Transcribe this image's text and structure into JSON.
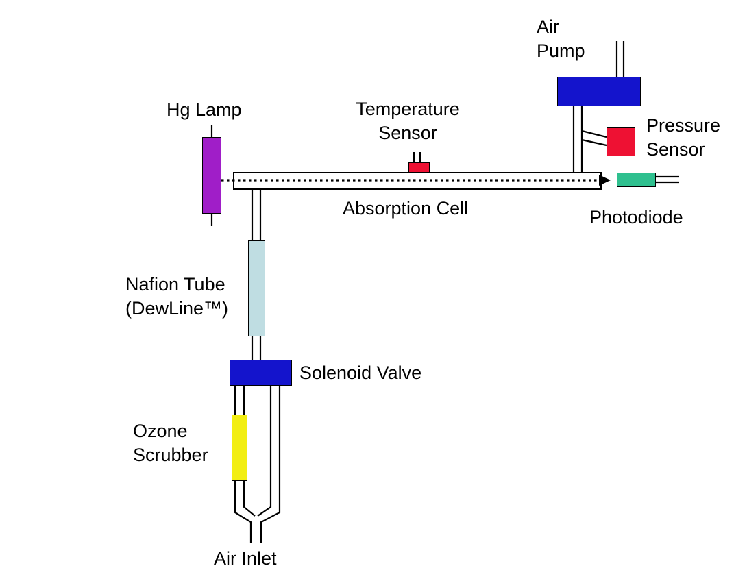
{
  "diagram": {
    "type": "instrument-schematic",
    "labels": {
      "air_pump": "Air\nPump",
      "pressure_sensor": "Pressure\nSensor",
      "hg_lamp": "Hg Lamp",
      "temperature_sensor": "Temperature\nSensor",
      "absorption_cell": "Absorption Cell",
      "photodiode": "Photodiode",
      "nafion_tube": "Nafion Tube\n(DewLine™)",
      "solenoid_valve": "Solenoid Valve",
      "ozone_scrubber": "Ozone\nScrubber",
      "air_inlet": "Air Inlet"
    },
    "colors": {
      "air_pump": "#1414cc",
      "solenoid_valve": "#1414cc",
      "pressure_sensor": "#ee1133",
      "temperature_sensor": "#ee1133",
      "hg_lamp": "#a01ec8",
      "photodiode": "#2fc08f",
      "nafion_tube": "#bfdde2",
      "ozone_scrubber": "#f2ee12",
      "absorption_cell_fill": "#ffffff",
      "line": "#000000",
      "background": "#ffffff"
    },
    "components": [
      {
        "name": "air-pump",
        "shape": "rect"
      },
      {
        "name": "pressure-sensor",
        "shape": "rect"
      },
      {
        "name": "hg-lamp",
        "shape": "rect"
      },
      {
        "name": "temperature-sensor",
        "shape": "rect"
      },
      {
        "name": "absorption-cell",
        "shape": "rect"
      },
      {
        "name": "photodiode",
        "shape": "rect"
      },
      {
        "name": "nafion-tube",
        "shape": "rect"
      },
      {
        "name": "solenoid-valve",
        "shape": "rect"
      },
      {
        "name": "ozone-scrubber",
        "shape": "rect"
      },
      {
        "name": "air-inlet",
        "shape": "pipe-outlet"
      }
    ],
    "flow": "Air Inlet → Ozone Scrubber / bypass → Solenoid Valve → Nafion Tube → Absorption Cell (Hg Lamp beam → Photodiode) → Air Pump; Pressure Sensor and Temperature Sensor on cell line"
  }
}
